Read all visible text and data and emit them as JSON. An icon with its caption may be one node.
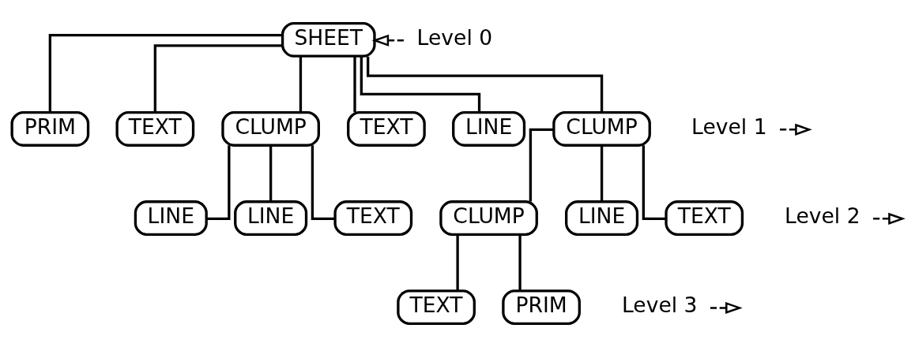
{
  "diagram": {
    "nodes": [
      {
        "text": [
          "SHEET"
        ]
      },
      {
        "text": [
          "PRIM"
        ]
      },
      {
        "text": [
          "TEXT"
        ]
      },
      {
        "text": [
          "CLUMP"
        ]
      },
      {
        "text": [
          "TEXT"
        ]
      },
      {
        "text": [
          "LINE"
        ]
      },
      {
        "text": [
          "CLUMP"
        ]
      },
      {
        "text": [
          "LINE"
        ]
      },
      {
        "text": [
          "LINE"
        ]
      },
      {
        "text": [
          "TEXT"
        ]
      },
      {
        "text": [
          "CLUMP"
        ]
      },
      {
        "text": [
          "LINE"
        ]
      },
      {
        "text": [
          "TEXT"
        ]
      },
      {
        "text": [
          "TEXT"
        ]
      },
      {
        "text": [
          "PRIM"
        ]
      },
      {
        "text": [
          "Level 0"
        ]
      },
      {
        "text": [
          "Level 1"
        ]
      },
      {
        "text": [
          "Level 2"
        ]
      },
      {
        "text": [
          "Level 3"
        ]
      }
    ],
    "edges": [
      {
        "from": 0,
        "to": 1,
        "arrow": "none"
      },
      {
        "from": 0,
        "to": 2,
        "arrow": "none"
      },
      {
        "from": 0,
        "to": 3,
        "arrow": "none"
      },
      {
        "from": 0,
        "to": 4,
        "arrow": "none"
      },
      {
        "from": 0,
        "to": 5,
        "arrow": "none"
      },
      {
        "from": 0,
        "to": 6,
        "arrow": "none"
      },
      {
        "from": 3,
        "to": 7,
        "arrow": "none"
      },
      {
        "from": 3,
        "to": 8,
        "arrow": "none"
      },
      {
        "from": 3,
        "to": 9,
        "arrow": "none"
      },
      {
        "from": 6,
        "to": 10,
        "arrow": "none"
      },
      {
        "from": 6,
        "to": 11,
        "arrow": "none"
      },
      {
        "from": 6,
        "to": 12,
        "arrow": "none"
      },
      {
        "from": 10,
        "to": 13,
        "arrow": "none"
      },
      {
        "from": 10,
        "to": 14,
        "arrow": "none"
      },
      {
        "from": 15,
        "to": 0,
        "arrow": "to",
        "style": "dashed"
      },
      {
        "from": 16,
        "to": null,
        "arrow": "to",
        "style": "dashed"
      },
      {
        "from": 17,
        "to": null,
        "arrow": "to",
        "style": "dashed"
      },
      {
        "from": 18,
        "to": null,
        "arrow": "to",
        "style": "dashed"
      }
    ]
  }
}
